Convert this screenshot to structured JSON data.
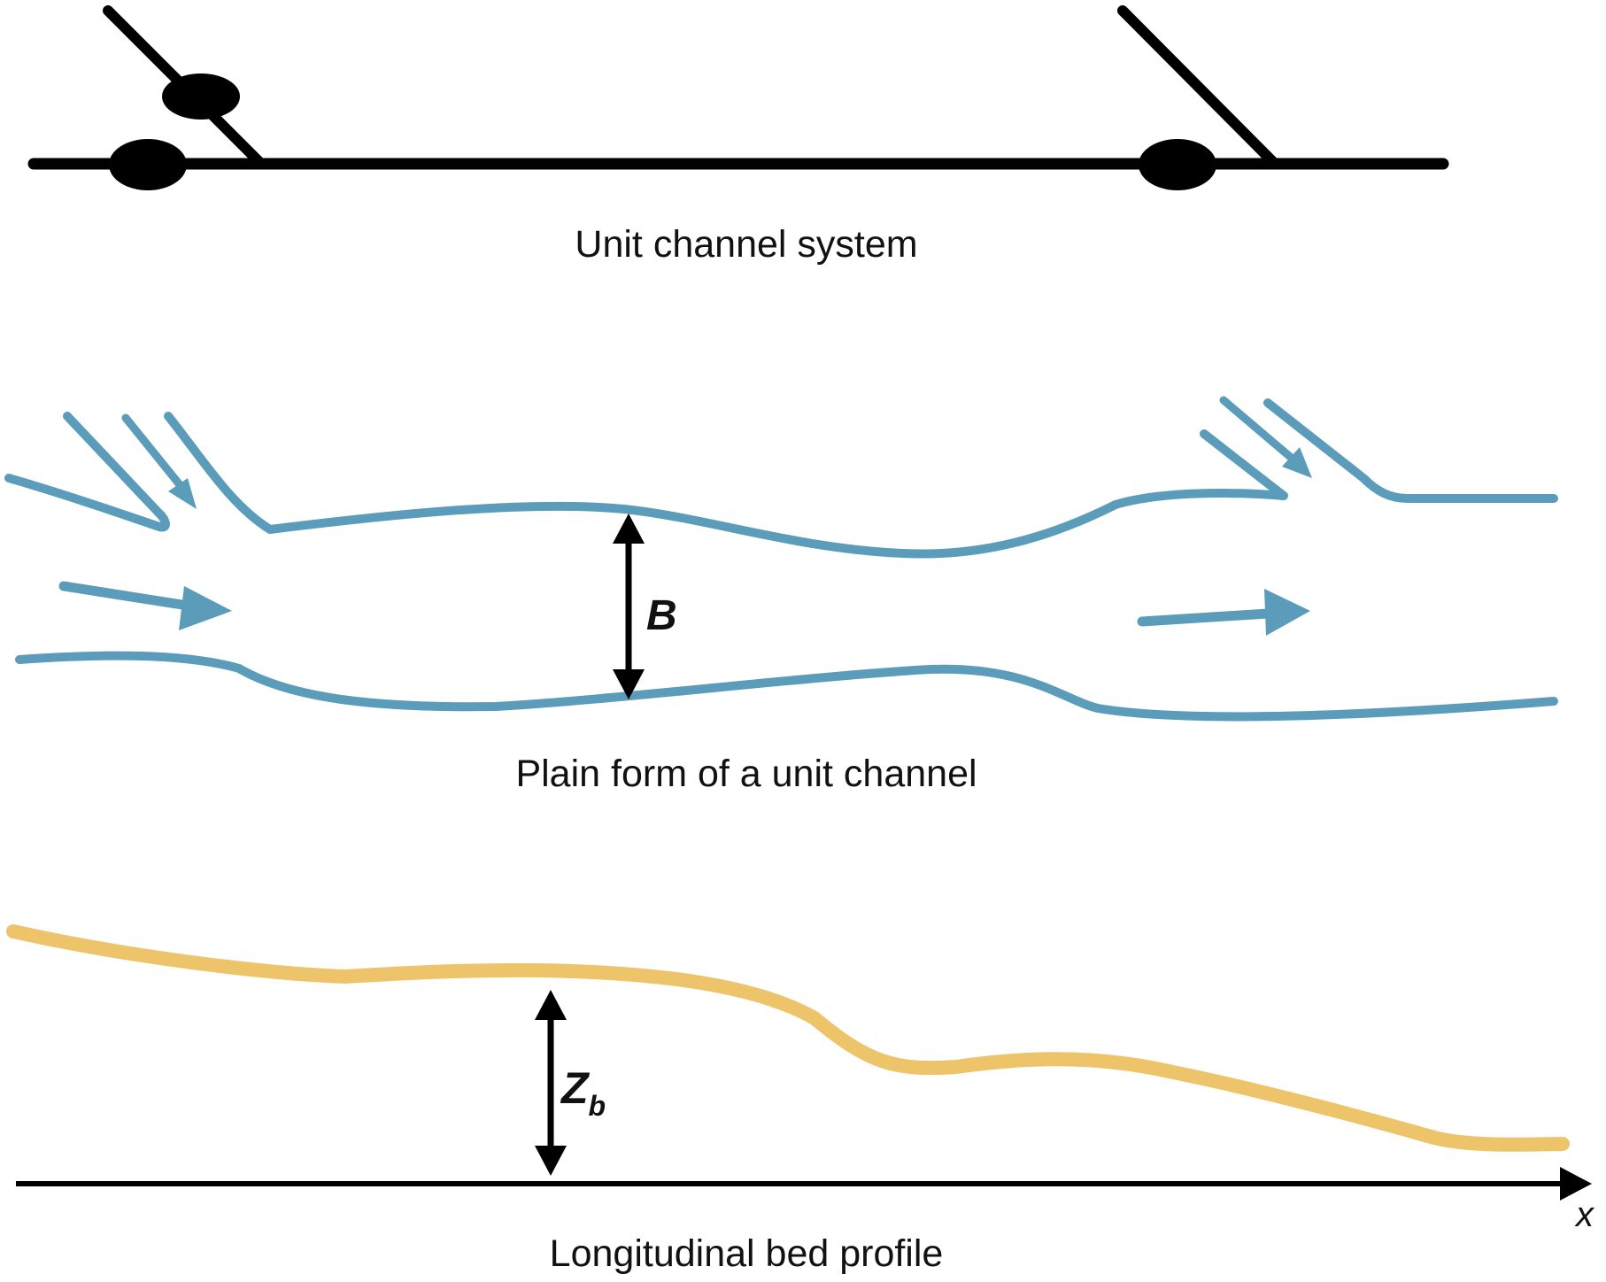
{
  "panels": {
    "unit_channel_system": {
      "caption": "Unit channel system"
    },
    "plain_form": {
      "caption": "Plain form of a unit channel",
      "width_symbol": "B"
    },
    "bed_profile": {
      "caption": "Longitudinal bed profile",
      "elevation_symbol": "Z",
      "elevation_subscript": "b",
      "axis_label": "x"
    }
  },
  "colors": {
    "channel_blue": "#5a9cba",
    "bed_yellow": "#edc46a",
    "line_black": "#000000"
  }
}
